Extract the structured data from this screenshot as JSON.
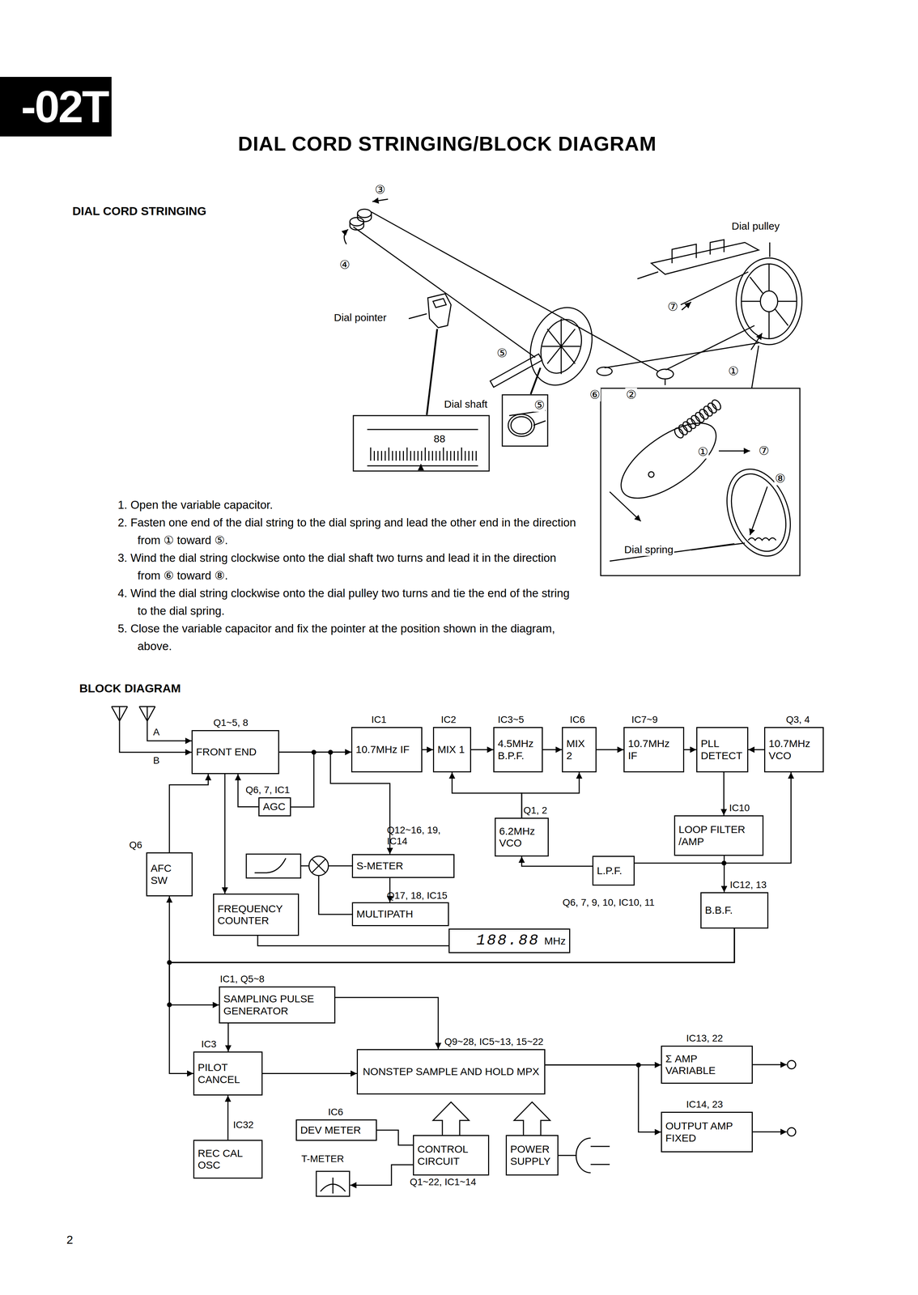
{
  "diagram": {
    "title": "DIAL CORD STRINGING/BLOCK DIAGRAM",
    "nodes": [
      {
        "text": [
          "Q1~5, 8",
          "FRONT END"
        ]
      },
      {
        "text": [
          "IC1",
          "10.7MHz IF"
        ]
      },
      {
        "text": [
          "IC2",
          "MIX 1"
        ]
      },
      {
        "text": [
          "IC3~5",
          "4.5MHz B.P.F."
        ]
      },
      {
        "text": [
          "IC6",
          "MIX 2"
        ]
      },
      {
        "text": [
          "IC7~9",
          "10.7MHz IF"
        ]
      },
      {
        "text": [
          "PLL DETECT"
        ]
      },
      {
        "text": [
          "Q3, 4",
          "10.7MHz VCO"
        ]
      },
      {
        "text": [
          "Q6, 7, IC1",
          "AGC"
        ]
      },
      {
        "text": [
          "Q1, 2",
          "6.2MHz VCO"
        ]
      },
      {
        "text": [
          "IC10",
          "LOOP FILTER /AMP"
        ]
      },
      {
        "text": [
          "Q6",
          "AFC SW"
        ]
      },
      {
        "text": [
          "Q12~16, 19, IC14",
          "S-METER"
        ]
      },
      {
        "text": [
          "Q17, 18, IC15",
          "MULTIPATH"
        ]
      },
      {
        "text": [
          "FREQUENCY COUNTER"
        ]
      },
      {
        "text": [
          "L.P.F."
        ]
      },
      {
        "text": [
          "188.88",
          "MHz"
        ]
      },
      {
        "text": [
          "IC12, 13",
          "B.B.F."
        ]
      },
      {
        "text": [
          "IC1, Q5~8",
          "SAMPLING PULSE GENERATOR"
        ]
      },
      {
        "text": [
          "IC3",
          "PILOT CANCEL"
        ]
      },
      {
        "text": [
          "Q9~28, IC5~13, 15~22",
          "NONSTEP SAMPLE AND HOLD MPX"
        ]
      },
      {
        "text": [
          "IC13, 22",
          "Σ AMP VARIABLE"
        ]
      },
      {
        "text": [
          "IC14, 23",
          "OUTPUT AMP FIXED"
        ]
      },
      {
        "text": [
          "IC32",
          "REC CAL OSC"
        ]
      },
      {
        "text": [
          "IC6",
          "DEV METER"
        ]
      },
      {
        "text": [
          "Q1~22, IC1~14",
          "CONTROL CIRCUIT"
        ]
      },
      {
        "text": [
          "POWER SUPPLY"
        ]
      }
    ],
    "edges": [
      {
        "from": 0,
        "to": 1,
        "arrow": "to"
      },
      {
        "from": 1,
        "to": 2,
        "arrow": "to"
      },
      {
        "from": 2,
        "to": 3,
        "arrow": "to"
      },
      {
        "from": 3,
        "to": 4,
        "arrow": "to"
      },
      {
        "from": 4,
        "to": 5,
        "arrow": "to"
      },
      {
        "from": 5,
        "to": 6,
        "arrow": "to"
      },
      {
        "from": 7,
        "to": 6,
        "arrow": "to"
      },
      {
        "from": 9,
        "to": 2,
        "arrow": "to"
      },
      {
        "from": 9,
        "to": 4,
        "arrow": "to"
      },
      {
        "from": 6,
        "to": 10,
        "arrow": "to"
      },
      {
        "from": 10,
        "to": 17,
        "arrow": "to"
      },
      {
        "from": 10,
        "to": 7,
        "arrow": "to"
      },
      {
        "from": 10,
        "to": 15,
        "arrow": "none"
      },
      {
        "from": 15,
        "to": 9,
        "arrow": "to"
      },
      {
        "from": 8,
        "to": 0,
        "arrow": "to"
      },
      {
        "from": 0,
        "to": 12,
        "arrow": "to"
      },
      {
        "from": 0,
        "to": 14,
        "arrow": "to"
      },
      {
        "from": 11,
        "to": 0,
        "arrow": "to"
      },
      {
        "from": 12,
        "to": 13,
        "arrow": "to"
      },
      {
        "from": 14,
        "to": 16,
        "arrow": "none"
      },
      {
        "from": 17,
        "to": 11,
        "arrow": "to"
      },
      {
        "from": 17,
        "to": 18,
        "arrow": "to"
      },
      {
        "from": 17,
        "to": 19,
        "arrow": "to"
      },
      {
        "from": 18,
        "to": 19,
        "arrow": "to"
      },
      {
        "from": 18,
        "to": 20,
        "arrow": "to"
      },
      {
        "from": 19,
        "to": 20,
        "arrow": "to"
      },
      {
        "from": 23,
        "to": 19,
        "arrow": "to"
      },
      {
        "from": 20,
        "to": 21,
        "arrow": "to"
      },
      {
        "from": 20,
        "to": 22,
        "arrow": "to"
      },
      {
        "from": 24,
        "to": 25,
        "arrow": "none"
      }
    ],
    "labels": [
      "-02T",
      "DIAL CORD STRINGING",
      "③",
      "④",
      "⑤",
      "⑤",
      "⑥",
      "②",
      "①",
      "①",
      "⑦",
      "⑦",
      "⑧",
      "Dial pulley",
      "Dial pointer",
      "Dial shaft",
      "88",
      "Dial spring",
      "1. Open the variable capacitor.",
      "2. Fasten one end of the dial string to the dial spring and lead the other end in the direction from ① toward ⑤.",
      "3. Wind the dial string clockwise onto the dial shaft two turns and lead it in the direction from ⑥ toward ⑧.",
      "4. Wind the dial string clockwise onto the dial pulley two turns and tie the end of the string to the dial spring.",
      "5. Close the variable capacitor and fix the pointer at the position shown in the diagram, above.",
      "BLOCK DIAGRAM",
      "A",
      "B",
      "Q6, 7, 9, 10, IC10, 11",
      "T-METER",
      "2"
    ]
  }
}
